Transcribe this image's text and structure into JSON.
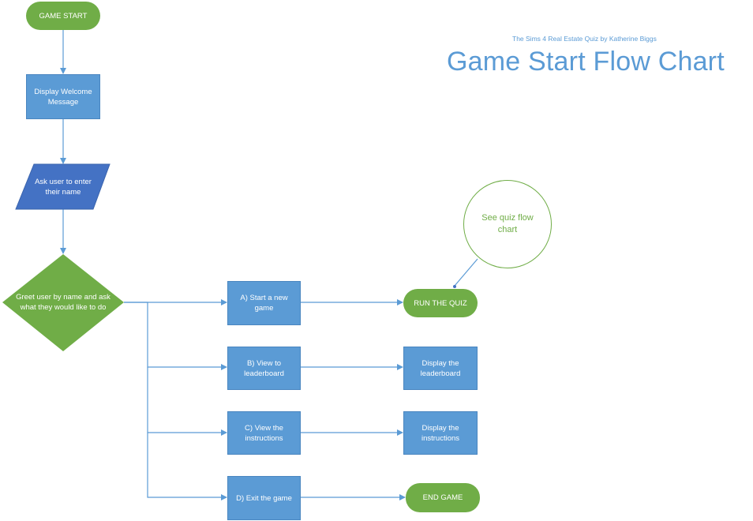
{
  "header": {
    "subtitle": "The Sims 4 Real Estate Quiz by Katherine Biggs",
    "title": "Game Start Flow Chart"
  },
  "nodes": {
    "game_start": "GAME START",
    "welcome": "Display Welcome Message",
    "ask_name": "Ask user to enter their name",
    "greet": "Greet user by name and ask what they would like to do",
    "option_a": "A) Start a new game",
    "option_b": "B) View to leaderboard",
    "option_c": "C) View the instructions",
    "option_d": "D) Exit the game",
    "run_quiz": "RUN THE QUIZ",
    "display_leaderboard": "Display the leaderboard",
    "display_instructions": "Display the instructions",
    "end_game": "END GAME",
    "callout": "See quiz flow chart"
  },
  "colors": {
    "process_blue": "#5b9bd5",
    "input_blue": "#4472c4",
    "terminal_green": "#70ad47",
    "connector": "#5b9bd5"
  }
}
